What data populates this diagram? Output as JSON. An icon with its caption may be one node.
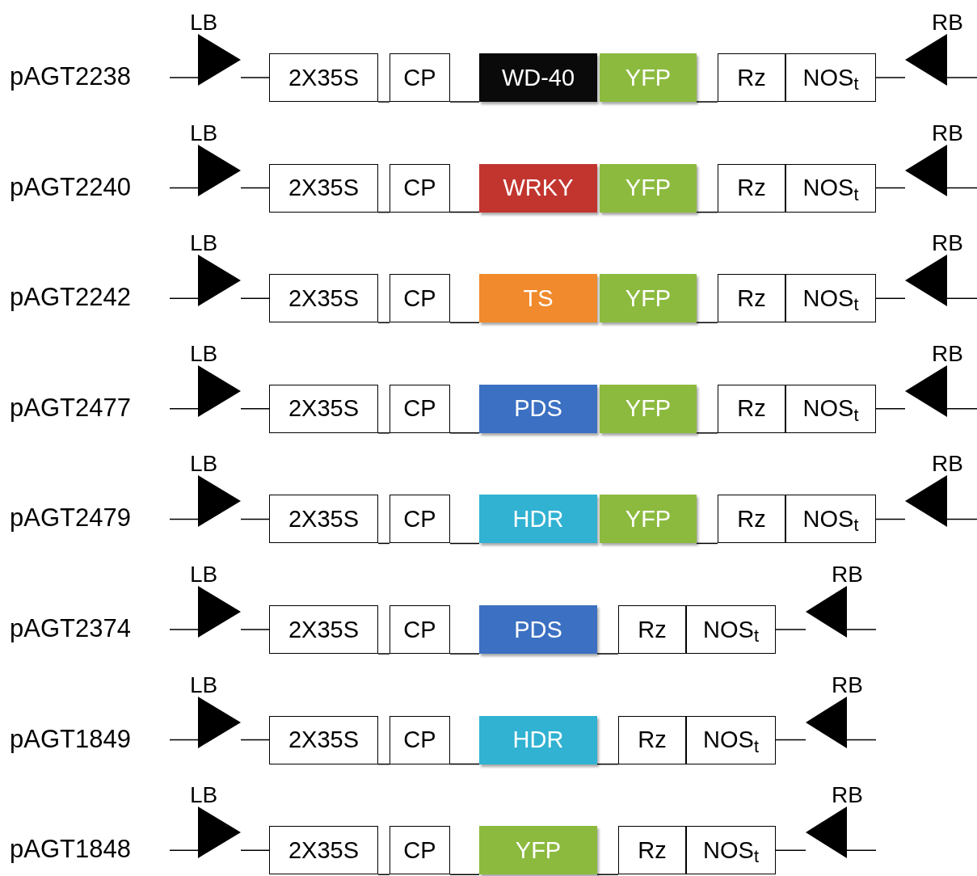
{
  "diagram": {
    "nodes": [
      {
        "text": [
          "LB"
        ]
      },
      {
        "text": [
          "2X35S"
        ]
      },
      {
        "text": [
          "CP"
        ]
      },
      {
        "text": [
          "WD-40"
        ]
      },
      {
        "text": [
          "YFP"
        ]
      },
      {
        "text": [
          "Rz"
        ]
      },
      {
        "text": [
          "NOS$_{t}$"
        ]
      },
      {
        "text": [
          "RB"
        ]
      },
      {
        "text": [
          "LB"
        ]
      },
      {
        "text": [
          "2X35S"
        ]
      },
      {
        "text": [
          "CP"
        ]
      },
      {
        "text": [
          "WRKY"
        ]
      },
      {
        "text": [
          "YFP"
        ]
      },
      {
        "text": [
          "Rz"
        ]
      },
      {
        "text": [
          "NOS$_{t}$"
        ]
      },
      {
        "text": [
          "RB"
        ]
      },
      {
        "text": [
          "LB"
        ]
      },
      {
        "text": [
          "2X35S"
        ]
      },
      {
        "text": [
          "CP"
        ]
      },
      {
        "text": [
          "TS"
        ]
      },
      {
        "text": [
          "YFP"
        ]
      },
      {
        "text": [
          "Rz"
        ]
      },
      {
        "text": [
          "NOS$_{t}$"
        ]
      },
      {
        "text": [
          "RB"
        ]
      },
      {
        "text": [
          "LB"
        ]
      },
      {
        "text": [
          "2X35S"
        ]
      },
      {
        "text": [
          "CP"
        ]
      },
      {
        "text": [
          "PDS"
        ]
      },
      {
        "text": [
          "YFP"
        ]
      },
      {
        "text": [
          "Rz"
        ]
      },
      {
        "text": [
          "NOS$_{t}$"
        ]
      },
      {
        "text": [
          "RB"
        ]
      },
      {
        "text": [
          "LB"
        ]
      },
      {
        "text": [
          "2X35S"
        ]
      },
      {
        "text": [
          "CP"
        ]
      },
      {
        "text": [
          "HDR"
        ]
      },
      {
        "text": [
          "YFP"
        ]
      },
      {
        "text": [
          "Rz"
        ]
      },
      {
        "text": [
          "NOS$_{t}$"
        ]
      },
      {
        "text": [
          "RB"
        ]
      },
      {
        "text": [
          "LB"
        ]
      },
      {
        "text": [
          "2X35S"
        ]
      },
      {
        "text": [
          "CP"
        ]
      },
      {
        "text": [
          "PDS"
        ]
      },
      {
        "text": [
          "Rz"
        ]
      },
      {
        "text": [
          "NOS$_{t}$"
        ]
      },
      {
        "text": [
          "RB"
        ]
      },
      {
        "text": [
          "LB"
        ]
      },
      {
        "text": [
          "2X35S"
        ]
      },
      {
        "text": [
          "CP"
        ]
      },
      {
        "text": [
          "HDR"
        ]
      },
      {
        "text": [
          "Rz"
        ]
      },
      {
        "text": [
          "NOS$_{t}$"
        ]
      },
      {
        "text": [
          "RB"
        ]
      },
      {
        "text": [
          "LB"
        ]
      },
      {
        "text": [
          "2X35S"
        ]
      },
      {
        "text": [
          "CP"
        ]
      },
      {
        "text": [
          "YFP"
        ]
      },
      {
        "text": [
          "Rz"
        ]
      },
      {
        "text": [
          "NOS$_{t}$"
        ]
      },
      {
        "text": [
          "RB"
        ]
      }
    ],
    "edges": [
      {
        "from": null,
        "to": 0,
        "arrow": "none"
      },
      {
        "from": 0,
        "to": 1,
        "arrow": "none"
      },
      {
        "from": 1,
        "to": 2,
        "arrow": "none"
      },
      {
        "from": 2,
        "to": 3,
        "arrow": "none"
      },
      {
        "from": 4,
        "to": 5,
        "arrow": "none"
      },
      {
        "from": 6,
        "to": 7,
        "arrow": "none"
      },
      {
        "from": 7,
        "to": null,
        "arrow": "none"
      },
      {
        "from": null,
        "to": 8,
        "arrow": "none"
      },
      {
        "from": 8,
        "to": 9,
        "arrow": "none"
      },
      {
        "from": 9,
        "to": 10,
        "arrow": "none"
      },
      {
        "from": 10,
        "to": 11,
        "arrow": "none"
      },
      {
        "from": 12,
        "to": 13,
        "arrow": "none"
      },
      {
        "from": 14,
        "to": 15,
        "arrow": "none"
      },
      {
        "from": 15,
        "to": null,
        "arrow": "none"
      },
      {
        "from": null,
        "to": 16,
        "arrow": "none"
      },
      {
        "from": 16,
        "to": 17,
        "arrow": "none"
      },
      {
        "from": 17,
        "to": 18,
        "arrow": "none"
      },
      {
        "from": 18,
        "to": 19,
        "arrow": "none"
      },
      {
        "from": 20,
        "to": 21,
        "arrow": "none"
      },
      {
        "from": 22,
        "to": 23,
        "arrow": "none"
      },
      {
        "from": 23,
        "to": null,
        "arrow": "none"
      },
      {
        "from": null,
        "to": 24,
        "arrow": "none"
      },
      {
        "from": 24,
        "to": 25,
        "arrow": "none"
      },
      {
        "from": 25,
        "to": 26,
        "arrow": "none"
      },
      {
        "from": 26,
        "to": 27,
        "arrow": "none"
      },
      {
        "from": 28,
        "to": 29,
        "arrow": "none"
      },
      {
        "from": 30,
        "to": 31,
        "arrow": "none"
      },
      {
        "from": 31,
        "to": null,
        "arrow": "none"
      },
      {
        "from": null,
        "to": 32,
        "arrow": "none"
      },
      {
        "from": 32,
        "to": 33,
        "arrow": "none"
      },
      {
        "from": 33,
        "to": 34,
        "arrow": "none"
      },
      {
        "from": 34,
        "to": 35,
        "arrow": "none"
      },
      {
        "from": 36,
        "to": 37,
        "arrow": "none"
      },
      {
        "from": 38,
        "to": 39,
        "arrow": "none"
      },
      {
        "from": 39,
        "to": null,
        "arrow": "none"
      },
      {
        "from": null,
        "to": 40,
        "arrow": "none"
      },
      {
        "from": 40,
        "to": 41,
        "arrow": "none"
      },
      {
        "from": 41,
        "to": 42,
        "arrow": "none"
      },
      {
        "from": 42,
        "to": 43,
        "arrow": "none"
      },
      {
        "from": 43,
        "to": 44,
        "arrow": "none"
      },
      {
        "from": 45,
        "to": 46,
        "arrow": "none"
      },
      {
        "from": 46,
        "to": null,
        "arrow": "none"
      },
      {
        "from": null,
        "to": 47,
        "arrow": "none"
      },
      {
        "from": 47,
        "to": 48,
        "arrow": "none"
      },
      {
        "from": 48,
        "to": 49,
        "arrow": "none"
      },
      {
        "from": 49,
        "to": 50,
        "arrow": "none"
      },
      {
        "from": 50,
        "to": 51,
        "arrow": "none"
      },
      {
        "from": 52,
        "to": 53,
        "arrow": "none"
      },
      {
        "from": 53,
        "to": null,
        "arrow": "none"
      },
      {
        "from": null,
        "to": 54,
        "arrow": "none"
      },
      {
        "from": 54,
        "to": 55,
        "arrow": "none"
      },
      {
        "from": 55,
        "to": 56,
        "arrow": "none"
      },
      {
        "from": 56,
        "to": 57,
        "arrow": "none"
      },
      {
        "from": 57,
        "to": 58,
        "arrow": "none"
      },
      {
        "from": 59,
        "to": 60,
        "arrow": "none"
      },
      {
        "from": 60,
        "to": null,
        "arrow": "none"
      }
    ],
    "labels": [
      "pAGT2238",
      "pAGT2240",
      "pAGT2242",
      "pAGT2477",
      "pAGT2479",
      "pAGT2374",
      "pAGT1849",
      "pAGT1848"
    ]
  }
}
